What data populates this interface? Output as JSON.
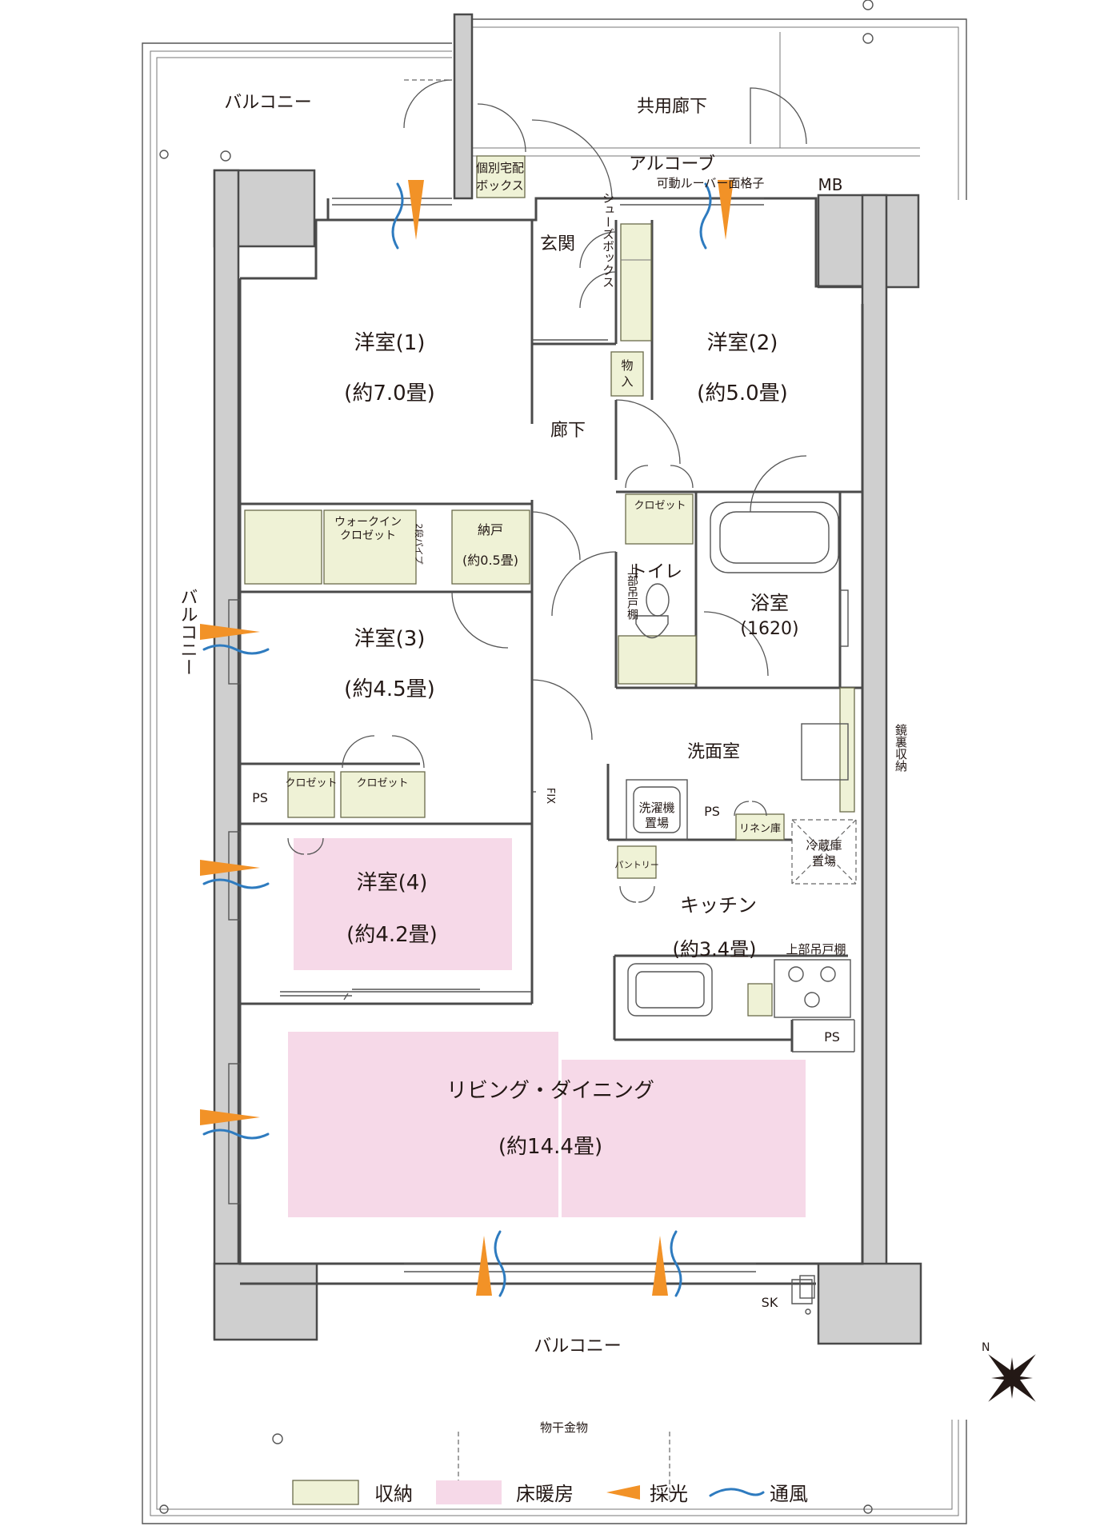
{
  "rooms": {
    "balcony_top": "バルコニー",
    "corridor": "共用廊下",
    "alcove": "アルコーブ",
    "louver": "可動ルーバー面格子",
    "mb": "MB",
    "delivery_box_1": "個別宅配",
    "delivery_box_2": "ボックス",
    "entrance": "玄関",
    "shoes_box": "シューズボックス",
    "storage_small_1": "物",
    "storage_small_2": "入",
    "hall": "廊下",
    "room1_name": "洋室(1)",
    "room1_size": "(約7.0畳)",
    "room2_name": "洋室(2)",
    "room2_size": "(約5.0畳)",
    "closet_label": "クロゼット",
    "wic_1": "ウォークイン",
    "wic_2": "クロゼット",
    "pipe_note": "2段パイプ",
    "nando": "納戸",
    "nando_size": "(約0.5畳)",
    "toilet": "トイレ",
    "hanging_shelf_v": "上部吊戸棚",
    "bath_name": "浴室",
    "bath_size": "(1620)",
    "room3_name": "洋室(3)",
    "room3_size": "(約4.5畳)",
    "balcony_side": "バルコニー",
    "ps": "PS",
    "closet_a": "クロゼット",
    "closet_b": "クロゼット",
    "fix": "FIX",
    "washroom": "洗面室",
    "mirror_storage": "鏡裏収納",
    "washer_1": "洗濯機",
    "washer_2": "置場",
    "ps2": "PS",
    "linen": "リネン庫",
    "fridge_1": "冷蔵庫",
    "fridge_2": "置場",
    "pantry": "パントリー",
    "kitchen_name": "キッチン",
    "kitchen_size": "(約3.4畳)",
    "hanging_shelf": "上部吊戸棚",
    "ps3": "PS",
    "room4_name": "洋室(4)",
    "room4_size": "(約4.2畳)",
    "living_name": "リビング・ダイニング",
    "living_size": "(約14.4畳)",
    "sk": "SK",
    "balcony_bottom": "バルコニー",
    "drying_rack": "物干金物"
  },
  "compass": {
    "north_label": "N"
  },
  "legend": {
    "storage": "収納",
    "floor_heating": "床暖房",
    "daylight": "採光",
    "ventilation": "通風"
  },
  "colors": {
    "storage": "#eff2d6",
    "floor_heating": "#f6d9e8",
    "daylight": "#f29227",
    "ventilation": "#2e7bbf",
    "pillar": "#cfcfcf"
  }
}
